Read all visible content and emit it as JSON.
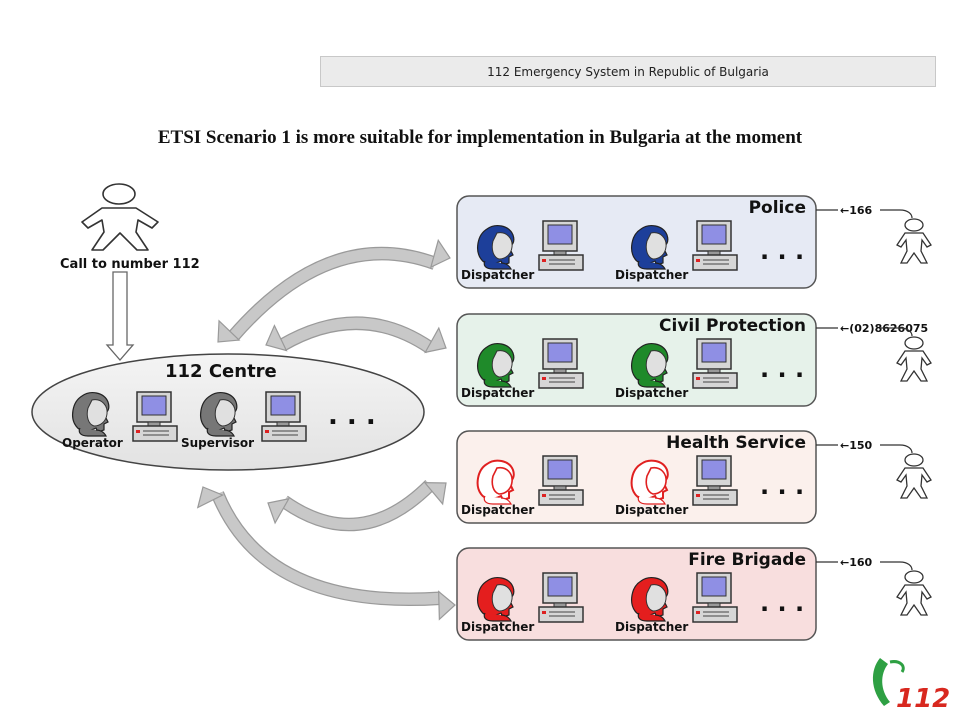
{
  "header": {
    "text": "112 Emergency System in Republic of Bulgaria"
  },
  "title": "ETSI Scenario 1 is more suitable for implementation in Bulgaria at the moment",
  "caller": {
    "label": "Call to number 112"
  },
  "centre": {
    "title": "112 Centre",
    "roles": [
      "Operator",
      "Supervisor"
    ],
    "ellipsis": ". . ."
  },
  "services": [
    {
      "name": "Police",
      "phone": "←166",
      "dispatchers": [
        "Dispatcher",
        "Dispatcher"
      ],
      "ellipsis": ". . .",
      "fill": "#e6eaf4",
      "figure": "#1d3f9a",
      "figure_style": "solid"
    },
    {
      "name": "Civil Protection",
      "phone": "←(02)8626075",
      "dispatchers": [
        "Dispatcher",
        "Dispatcher"
      ],
      "ellipsis": ". . .",
      "fill": "#e6f2ea",
      "figure": "#1f8a2a",
      "figure_style": "solid"
    },
    {
      "name": "Health Service",
      "phone": "←150",
      "dispatchers": [
        "Dispatcher",
        "Dispatcher"
      ],
      "ellipsis": ". . .",
      "fill": "#fbf0ec",
      "figure": "#e02020",
      "figure_style": "outline"
    },
    {
      "name": "Fire Brigade",
      "phone": "←160",
      "dispatchers": [
        "Dispatcher",
        "Dispatcher"
      ],
      "ellipsis": ". . .",
      "fill": "#f8dede",
      "figure": "#e41e1e",
      "figure_style": "solid"
    }
  ],
  "logo": {
    "text": "112",
    "color": "#d8281f",
    "accent": "#2ea043"
  }
}
